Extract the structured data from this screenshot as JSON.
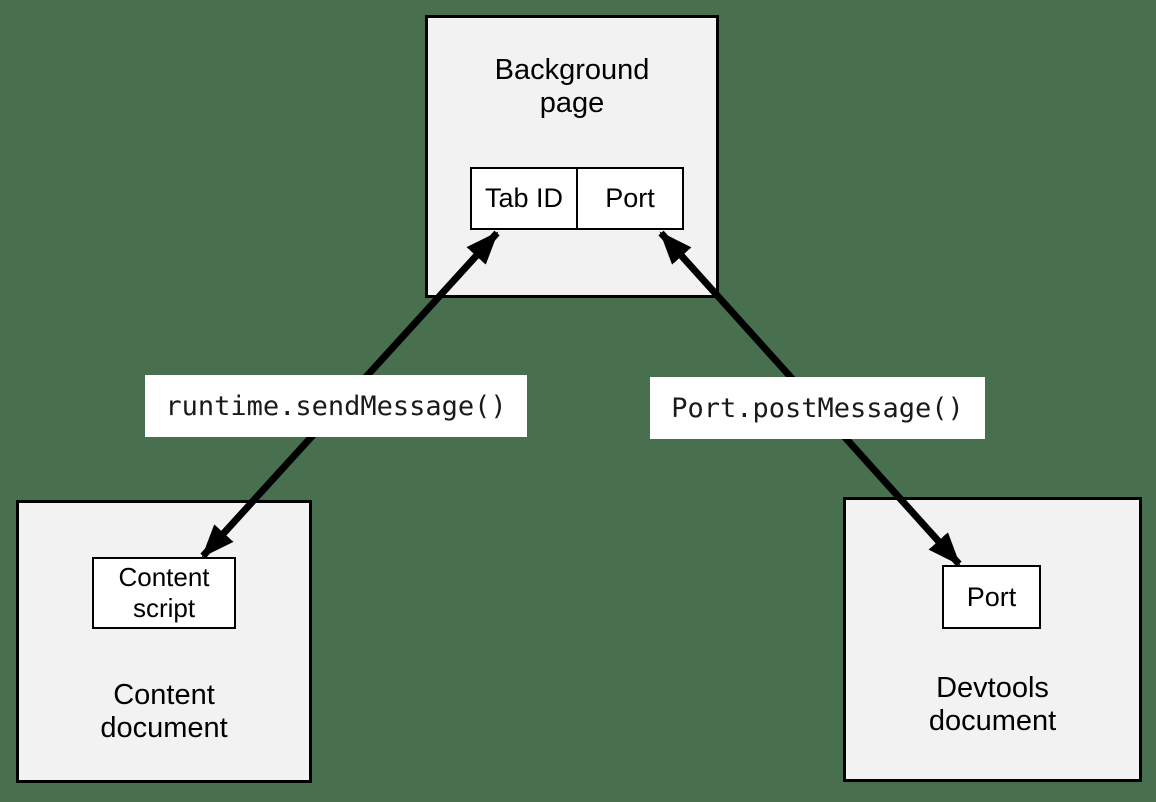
{
  "diagram": {
    "background_color": "#48704f",
    "box_fill": "#f2f2f2",
    "inner_box_fill": "#ffffff",
    "line_color": "#000000",
    "nodes": {
      "background_page": {
        "title": "Background page",
        "cells": [
          "Tab ID",
          "Port"
        ]
      },
      "content_document": {
        "title": "Content document",
        "child": "Content script"
      },
      "devtools_document": {
        "title": "Devtools document",
        "child": "Port"
      }
    },
    "edges": [
      {
        "label": "runtime.sendMessage()",
        "from": "Content script",
        "to": "Tab ID",
        "direction": "bidirectional"
      },
      {
        "label": "Port.postMessage()",
        "from": "Port (Background page)",
        "to": "Port (Devtools document)",
        "direction": "bidirectional"
      }
    ]
  }
}
